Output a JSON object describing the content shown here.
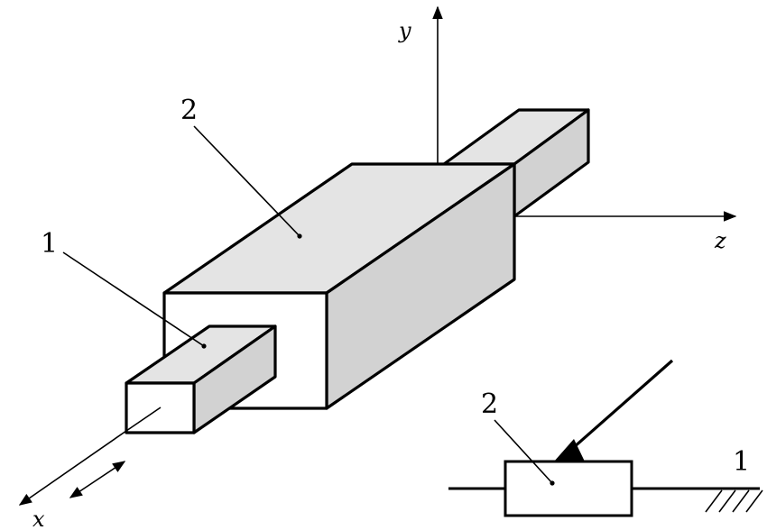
{
  "labels": {
    "part_1": "1",
    "part_2": "2",
    "axis_y": "y",
    "axis_z": "z",
    "axis_x": "x",
    "symbol_part_2": "2",
    "symbol_part_1": "1"
  },
  "colors": {
    "face_top": "#e4e4e4",
    "face_side": "#d2d2d2",
    "face_front": "#ffffff",
    "stroke": "#000000"
  }
}
